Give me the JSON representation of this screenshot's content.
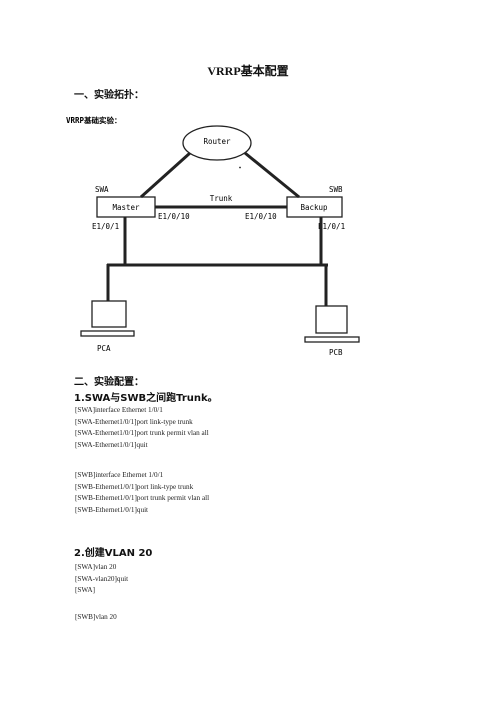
{
  "title": "VRRP基本配置",
  "section1": {
    "heading": "一、实验拓扑："
  },
  "diagram": {
    "caption": "VRRP基础实验：",
    "router": "Router",
    "swa_name": "SWA",
    "swb_name": "SWB",
    "swa_role": "Master",
    "swb_role": "Backup",
    "trunk": "Trunk",
    "swa_trunk_port": "E1/0/10",
    "swb_trunk_port": "E1/0/10",
    "swa_access_port": "E1/0/1",
    "swb_access_port": "E1/0/1",
    "pca": "PCA",
    "pcb": "PCB"
  },
  "section2": {
    "heading": "二、实验配置：",
    "step1": "1.SWA与SWB之间跑Trunk。",
    "swa_lines": [
      "[SWA]interface Ethernet 1/0/1",
      "[SWA-Ethernet1/0/1]port link-type trunk",
      "[SWA-Ethernet1/0/1]port trunk permit vlan all",
      "[SWA-Ethernet1/0/1]quit"
    ],
    "swb_lines": [
      "[SWB]interface Ethernet 1/0/1",
      "[SWB-Ethernet1/0/1]port link-type trunk",
      "[SWB-Ethernet1/0/1]port trunk permit vlan all",
      "[SWB-Ethernet1/0/1]quit"
    ],
    "step2": "2.创建VLAN 20",
    "vlan_swa_lines": [
      "[SWA]vlan 20",
      "[SWA-vlan20]quit",
      "[SWA]"
    ],
    "vlan_swb_lines": [
      "[SWB]vlan 20"
    ]
  }
}
